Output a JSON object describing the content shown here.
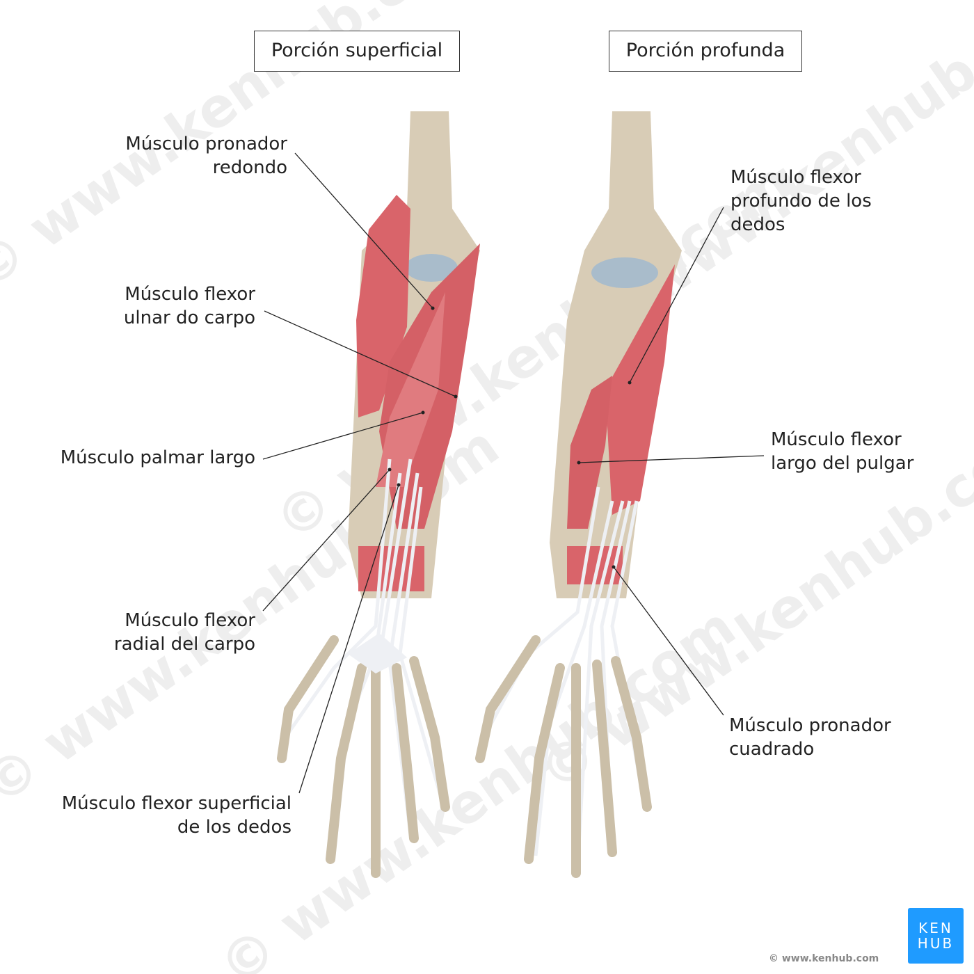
{
  "watermark": "© www.kenhub.com",
  "panels": [
    {
      "title": "Porción superficial"
    },
    {
      "title": "Porción profunda"
    }
  ],
  "labels": {
    "pronador_redondo": "Músculo pronador\nredondo",
    "flexor_ulnar": "Músculo flexor\nulnar do carpo",
    "palmar_largo": "Músculo palmar largo",
    "flexor_radial": "Músculo flexor\nradial del carpo",
    "flexor_superficial": "Músculo flexor superficial\nde los dedos",
    "flexor_profundo": "Músculo flexor\nprofundo de los\ndedos",
    "flexor_largo_pulgar": "Músculo flexor\nlargo del pulgar",
    "pronador_cuadrado": "Músculo pronador\ncuadrado"
  },
  "logo": {
    "line1": "KEN",
    "line2": "HUB"
  },
  "copyright": "© www.kenhub.com",
  "colors": {
    "muscle": "#d9646a",
    "bone": "#d8ccb6",
    "tendon": "#eef0f4",
    "cartilage": "#a9bccb",
    "logo": "#1f9bff"
  }
}
